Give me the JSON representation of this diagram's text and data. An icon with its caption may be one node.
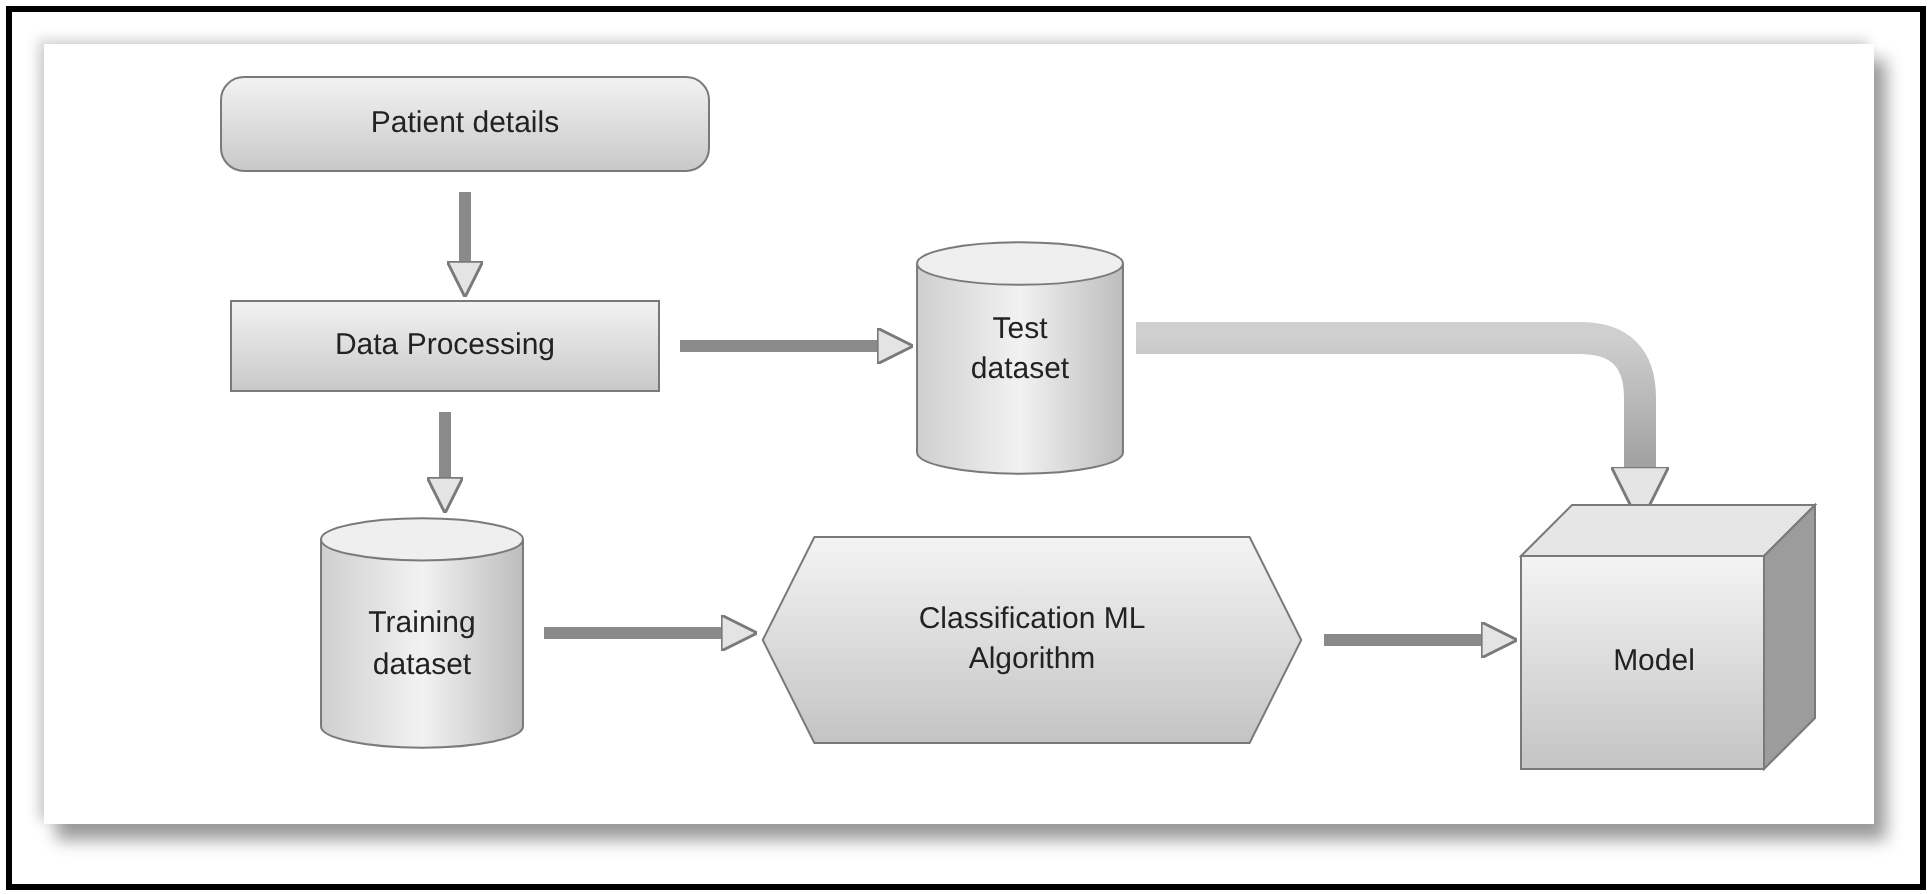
{
  "diagram": {
    "nodes": [
      {
        "text": [
          "Patient details"
        ]
      },
      {
        "text": [
          "Data Processing"
        ]
      },
      {
        "text": [
          "Test dataset"
        ]
      },
      {
        "text": [
          "Training dataset"
        ]
      },
      {
        "text": [
          "Classification ML Algorithm"
        ]
      },
      {
        "text": [
          "Model"
        ]
      }
    ],
    "edges": [
      {
        "from": 0,
        "to": 1,
        "arrow": "to"
      },
      {
        "from": 1,
        "to": 2,
        "arrow": "to"
      },
      {
        "from": 1,
        "to": 3,
        "arrow": "to"
      },
      {
        "from": 3,
        "to": 4,
        "arrow": "to"
      },
      {
        "from": 4,
        "to": 5,
        "arrow": "to"
      },
      {
        "from": 2,
        "to": 5,
        "arrow": "to",
        "style": "thick"
      }
    ]
  }
}
